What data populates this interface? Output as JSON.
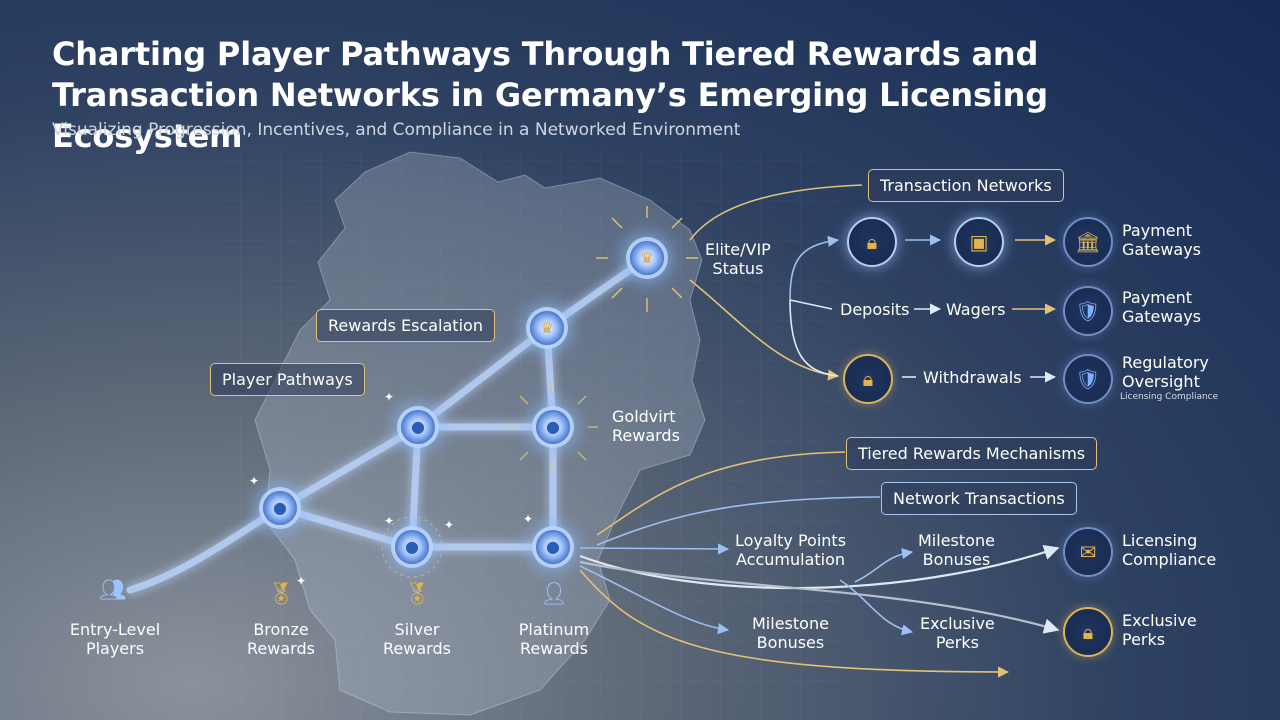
{
  "header": {
    "title": "Charting Player Pathways Through Tiered Rewards and Transaction Networks in Germany’s Emerging Licensing Ecosystem",
    "subtitle": "Visualizing Progression, Incentives, and Compliance in a Networked Environment"
  },
  "section_labels": {
    "transaction_networks": "Transaction Networks",
    "rewards_escalation": "Rewards Escalation",
    "player_pathways": "Player Pathways",
    "tiered_rewards_mechanisms": "Tiered Rewards Mechanisms",
    "network_transactions": "Network Transactions"
  },
  "pathway_nodes": {
    "elite_vip": "Elite/VIP\nStatus",
    "goldvirt": "Goldvirt\nRewards"
  },
  "tiers": [
    {
      "label": "Entry-Level\nPlayers",
      "icon": "users-icon"
    },
    {
      "label": "Bronze\nRewards",
      "icon": "medal-icon"
    },
    {
      "label": "Silver\nRewards",
      "icon": "medal-icon"
    },
    {
      "label": "Platinum\nRewards",
      "icon": "user-icon"
    }
  ],
  "transactions": {
    "payment_gateways_1": "Payment\nGateways",
    "deposits": "Deposits",
    "wagers": "Wagers",
    "payment_gateways_2": "Payment\nGateways",
    "withdrawals": "Withdrawals",
    "regulatory_oversight": "Regulatory\nOversight",
    "licensing_compliance_small": "Licensing Compliance"
  },
  "rewards": {
    "loyalty_points": "Loyalty Points\nAccumulation",
    "milestone_bonuses_1": "Milestone\nBonuses",
    "licensing_compliance": "Licensing\nCompliance",
    "milestone_bonuses_2": "Milestone\nBonuses",
    "exclusive_perks_1": "Exclusive\nPerks",
    "exclusive_perks_2": "Exclusive\nPerks"
  },
  "colors": {
    "path_glow": "#bcd6ff",
    "gold_line": "#e2c274",
    "blue_line": "#9cc0f0",
    "grey_line": "#b8c0cc"
  }
}
